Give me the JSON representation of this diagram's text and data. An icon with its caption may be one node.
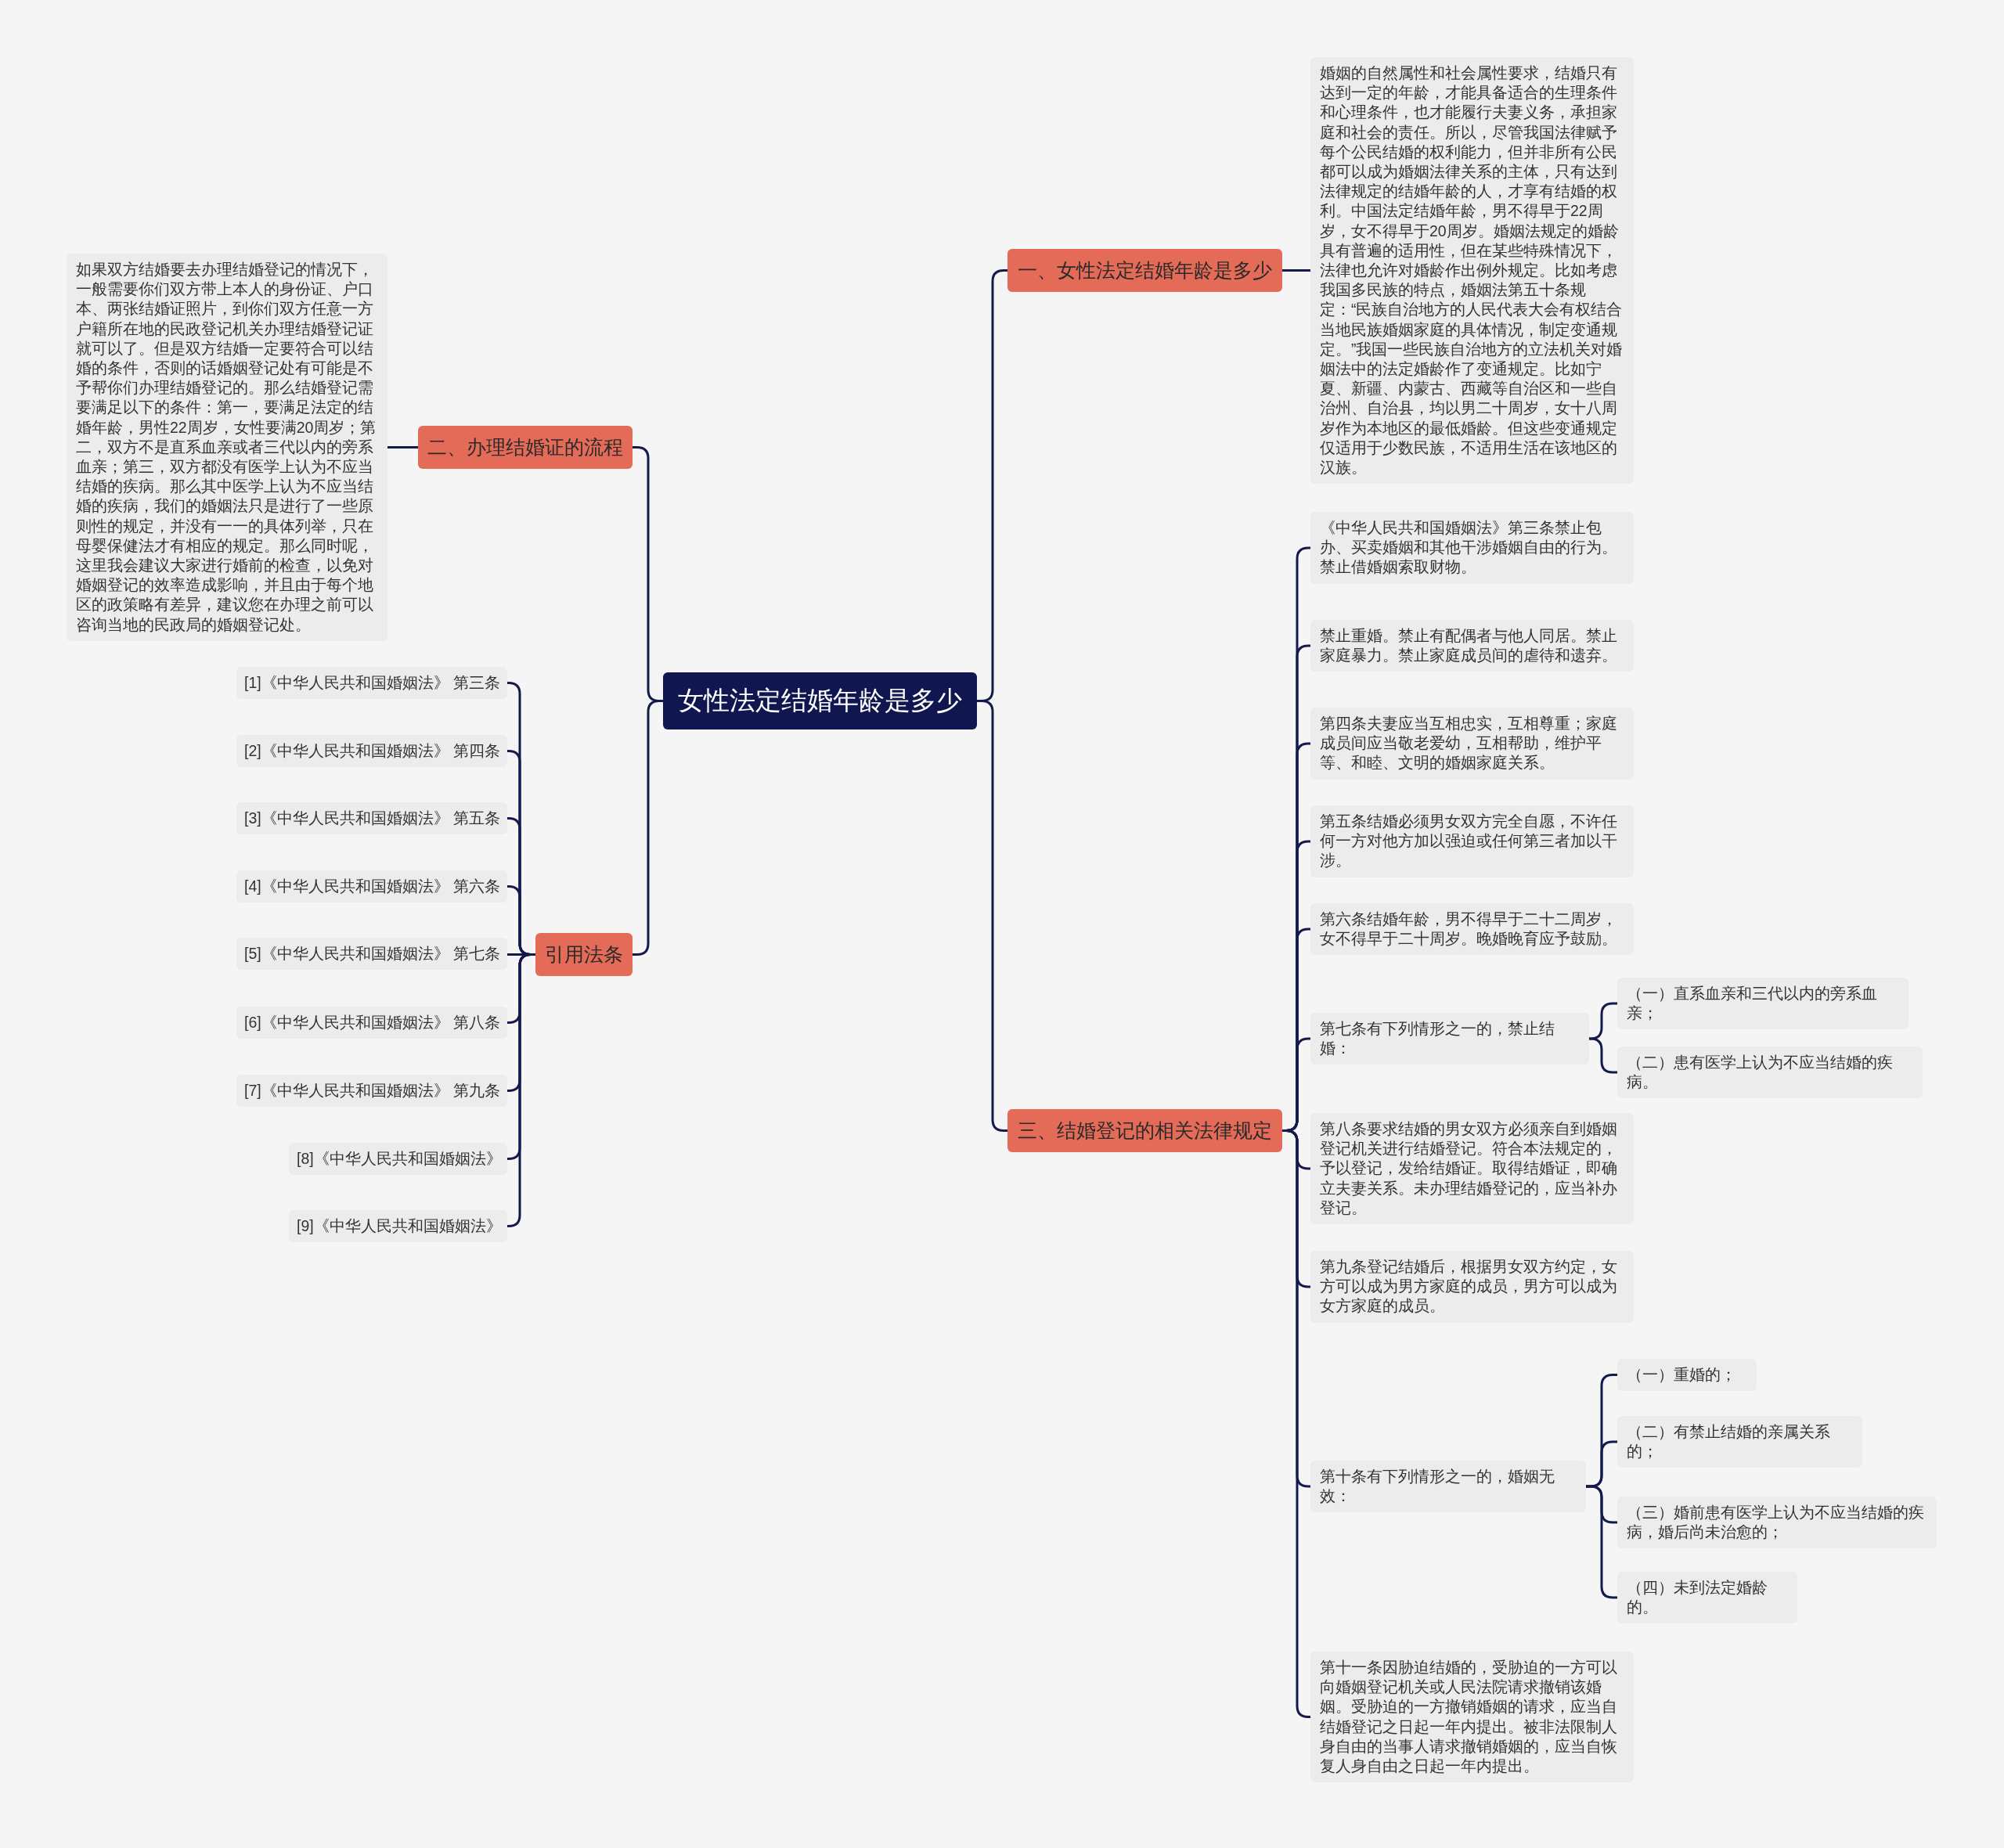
{
  "diagram": {
    "nodes": [
      {
        "text": [
          "女性法定结婚年龄是多少"
        ]
      },
      {
        "text": [
          "一、女性法定结婚年龄是多少"
        ]
      },
      {
        "text": [
          "婚姻的自然属性和社会属性要求，结婚只有达到一定的年龄，才能具备适合的生理条件和心理条件，也才能履行夫妻义务，承担家庭和社会的责任。所以，尽管我国法律赋予每个公民结婚的权利能力，但并非所有公民都可以成为婚姻法律关系的主体，只有达到法律规定的结婚年龄的人，才享有结婚的权利。中国法定结婚年龄，男不得早于22周岁，女不得早于20周岁。婚姻法规定的婚龄具有普遍的适用性，但在某些特殊情况下，法律也允许对婚龄作出例外规定。比如考虑我国多民族的特点，婚姻法第五十条规定：“民族自治地方的人民代表大会有权结合当地民族婚姻家庭的具体情况，制定变通规定。”我国一些民族自治地方的立法机关对婚姻法中的法定婚龄作了变通规定。比如宁夏、新疆、内蒙古、西藏等自治区和一些自治州、自治县，均以男二十周岁，女十八周岁作为本地区的最低婚龄。但这些变通规定仅适用于少数民族，不适用生活在该地区的汉族。"
        ]
      },
      {
        "text": [
          "二、办理结婚证的流程"
        ]
      },
      {
        "text": [
          "如果双方结婚要去办理结婚登记的情况下，一般需要你们双方带上本人的身份证、户口本、两张结婚证照片，到你们双方任意一方户籍所在地的民政登记机关办理结婚登记证就可以了。但是双方结婚一定要符合可以结婚的条件，否则的话婚姻登记处有可能是不予帮你们办理结婚登记的。那么结婚登记需要满足以下的条件：第一，要满足法定的结婚年龄，男性22周岁，女性要满20周岁；第二，双方不是直系血亲或者三代以内的旁系血亲；第三，双方都没有医学上认为不应当结婚的疾病。那么其中医学上认为不应当结婚的疾病，我们的婚姻法只是进行了一些原则性的规定，并没有一一的具体列举，只在母婴保健法才有相应的规定。那么同时呢，这里我会建议大家进行婚前的检查，以免对婚姻登记的效率造成影响，并且由于每个地区的政策略有差异，建议您在办理之前可以咨询当地的民政局的婚姻登记处。"
        ]
      },
      {
        "text": [
          "引用法条"
        ]
      },
      {
        "text": [
          "[1]《中华人民共和国婚姻法》 第三条"
        ]
      },
      {
        "text": [
          "[2]《中华人民共和国婚姻法》 第四条"
        ]
      },
      {
        "text": [
          "[3]《中华人民共和国婚姻法》 第五条"
        ]
      },
      {
        "text": [
          "[4]《中华人民共和国婚姻法》 第六条"
        ]
      },
      {
        "text": [
          "[5]《中华人民共和国婚姻法》 第七条"
        ]
      },
      {
        "text": [
          "[6]《中华人民共和国婚姻法》 第八条"
        ]
      },
      {
        "text": [
          "[7]《中华人民共和国婚姻法》 第九条"
        ]
      },
      {
        "text": [
          "[8]《中华人民共和国婚姻法》"
        ]
      },
      {
        "text": [
          "[9]《中华人民共和国婚姻法》"
        ]
      },
      {
        "text": [
          "三、结婚登记的相关法律规定"
        ]
      },
      {
        "text": [
          "《中华人民共和国婚姻法》第三条禁止包办、买卖婚姻和其他干涉婚姻自由的行为。禁止借婚姻索取财物。"
        ]
      },
      {
        "text": [
          "禁止重婚。禁止有配偶者与他人同居。禁止家庭暴力。禁止家庭成员间的虐待和遗弃。"
        ]
      },
      {
        "text": [
          "第四条夫妻应当互相忠实，互相尊重；家庭成员间应当敬老爱幼，互相帮助，维护平等、和睦、文明的婚姻家庭关系。"
        ]
      },
      {
        "text": [
          "第五条结婚必须男女双方完全自愿，不许任何一方对他方加以强迫或任何第三者加以干涉。"
        ]
      },
      {
        "text": [
          "第六条结婚年龄，男不得早于二十二周岁，女不得早于二十周岁。晚婚晚育应予鼓励。"
        ]
      },
      {
        "text": [
          "第七条有下列情形之一的，禁止结婚："
        ]
      },
      {
        "text": [
          "（一）直系血亲和三代以内的旁系血亲；"
        ]
      },
      {
        "text": [
          "（二）患有医学上认为不应当结婚的疾病。"
        ]
      },
      {
        "text": [
          "第八条要求结婚的男女双方必须亲自到婚姻登记机关进行结婚登记。符合本法规定的，予以登记，发给结婚证。取得结婚证，即确立夫妻关系。未办理结婚登记的，应当补办登记。"
        ]
      },
      {
        "text": [
          "第九条登记结婚后，根据男女双方约定，女方可以成为男方家庭的成员，男方可以成为女方家庭的成员。"
        ]
      },
      {
        "text": [
          "第十条有下列情形之一的，婚姻无效："
        ]
      },
      {
        "text": [
          "（一）重婚的；"
        ]
      },
      {
        "text": [
          "（二）有禁止结婚的亲属关系的；"
        ]
      },
      {
        "text": [
          "（三）婚前患有医学上认为不应当结婚的疾病，婚后尚未治愈的；"
        ]
      },
      {
        "text": [
          "（四）未到法定婚龄的。"
        ]
      },
      {
        "text": [
          "第十一条因胁迫结婚的，受胁迫的一方可以向婚姻登记机关或人民法院请求撤销该婚姻。受胁迫的一方撤销婚姻的请求，应当自结婚登记之日起一年内提出。被非法限制人身自由的当事人请求撤销婚姻的，应当自恢复人身自由之日起一年内提出。"
        ]
      }
    ],
    "edges": [
      {
        "from": 0,
        "to": 1,
        "arrow": "none"
      },
      {
        "from": 1,
        "to": 2,
        "arrow": "none"
      },
      {
        "from": 0,
        "to": 3,
        "arrow": "none"
      },
      {
        "from": 3,
        "to": 4,
        "arrow": "none"
      },
      {
        "from": 0,
        "to": 5,
        "arrow": "none"
      },
      {
        "from": 5,
        "to": 6,
        "arrow": "none"
      },
      {
        "from": 5,
        "to": 7,
        "arrow": "none"
      },
      {
        "from": 5,
        "to": 8,
        "arrow": "none"
      },
      {
        "from": 5,
        "to": 9,
        "arrow": "none"
      },
      {
        "from": 5,
        "to": 10,
        "arrow": "none"
      },
      {
        "from": 5,
        "to": 11,
        "arrow": "none"
      },
      {
        "from": 5,
        "to": 12,
        "arrow": "none"
      },
      {
        "from": 5,
        "to": 13,
        "arrow": "none"
      },
      {
        "from": 5,
        "to": 14,
        "arrow": "none"
      },
      {
        "from": 0,
        "to": 15,
        "arrow": "none"
      },
      {
        "from": 15,
        "to": 16,
        "arrow": "none"
      },
      {
        "from": 15,
        "to": 17,
        "arrow": "none"
      },
      {
        "from": 15,
        "to": 18,
        "arrow": "none"
      },
      {
        "from": 15,
        "to": 19,
        "arrow": "none"
      },
      {
        "from": 15,
        "to": 20,
        "arrow": "none"
      },
      {
        "from": 15,
        "to": 21,
        "arrow": "none"
      },
      {
        "from": 21,
        "to": 22,
        "arrow": "none"
      },
      {
        "from": 21,
        "to": 23,
        "arrow": "none"
      },
      {
        "from": 15,
        "to": 24,
        "arrow": "none"
      },
      {
        "from": 15,
        "to": 25,
        "arrow": "none"
      },
      {
        "from": 15,
        "to": 26,
        "arrow": "none"
      },
      {
        "from": 26,
        "to": 27,
        "arrow": "none"
      },
      {
        "from": 26,
        "to": 28,
        "arrow": "none"
      },
      {
        "from": 26,
        "to": 29,
        "arrow": "none"
      },
      {
        "from": 26,
        "to": 30,
        "arrow": "none"
      },
      {
        "from": 15,
        "to": 31,
        "arrow": "none"
      }
    ]
  }
}
